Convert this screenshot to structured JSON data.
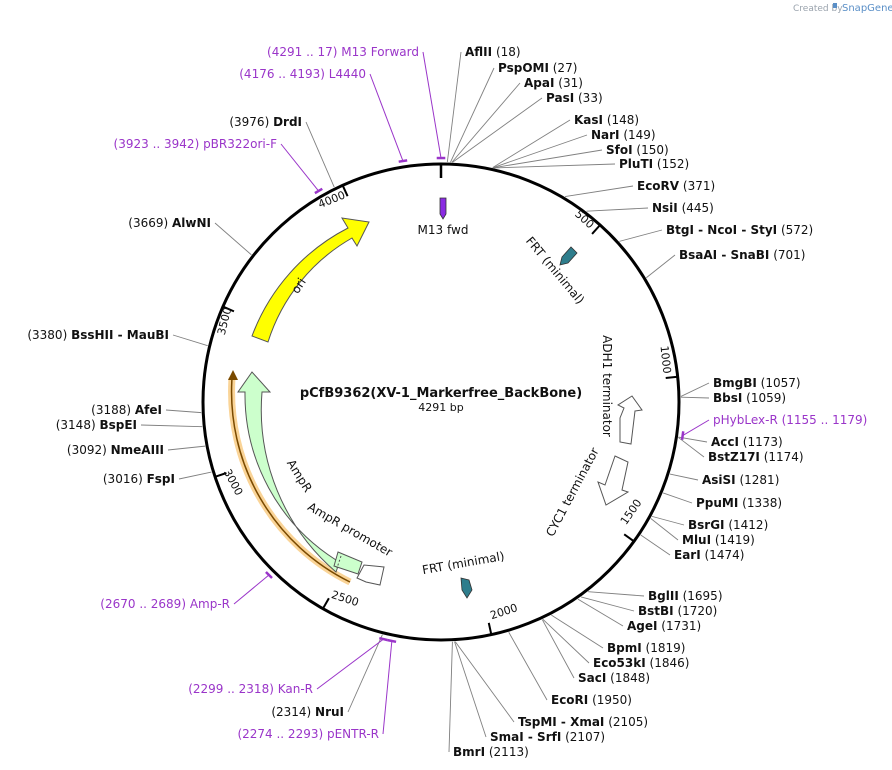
{
  "credit": {
    "prefix": "Created by",
    "brand": "SnapGene"
  },
  "plasmid": {
    "name": "pCfB9362(XV-1_Markerfree_BackBone)",
    "length_label": "4291 bp"
  },
  "ticks": [
    {
      "label": "500"
    },
    {
      "label": "1000"
    },
    {
      "label": "1500"
    },
    {
      "label": "2000"
    },
    {
      "label": "2500"
    },
    {
      "label": "3000"
    },
    {
      "label": "3500"
    },
    {
      "label": "4000"
    }
  ],
  "enzymes": [
    {
      "name": "AflII",
      "pos": "(18)"
    },
    {
      "name": "PspOMI",
      "pos": "(27)"
    },
    {
      "name": "ApaI",
      "pos": "(31)"
    },
    {
      "name": "PasI",
      "pos": "(33)"
    },
    {
      "name": "KasI",
      "pos": "(148)"
    },
    {
      "name": "NarI",
      "pos": "(149)"
    },
    {
      "name": "SfoI",
      "pos": "(150)"
    },
    {
      "name": "PluTI",
      "pos": "(152)"
    },
    {
      "name": "EcoRV",
      "pos": "(371)"
    },
    {
      "name": "NsiI",
      "pos": "(445)"
    },
    {
      "name": "BtgI - NcoI - StyI",
      "pos": "(572)"
    },
    {
      "name": "BsaAI - SnaBI",
      "pos": "(701)"
    },
    {
      "name": "BmgBI",
      "pos": "(1057)"
    },
    {
      "name": "BbsI",
      "pos": "(1059)"
    },
    {
      "name": "AccI",
      "pos": "(1173)"
    },
    {
      "name": "BstZ17I",
      "pos": "(1174)"
    },
    {
      "name": "AsiSI",
      "pos": "(1281)"
    },
    {
      "name": "PpuMI",
      "pos": "(1338)"
    },
    {
      "name": "BsrGI",
      "pos": "(1412)"
    },
    {
      "name": "MluI",
      "pos": "(1419)"
    },
    {
      "name": "EarI",
      "pos": "(1474)"
    },
    {
      "name": "BglII",
      "pos": "(1695)"
    },
    {
      "name": "BstBI",
      "pos": "(1720)"
    },
    {
      "name": "AgeI",
      "pos": "(1731)"
    },
    {
      "name": "BpmI",
      "pos": "(1819)"
    },
    {
      "name": "Eco53kI",
      "pos": "(1846)"
    },
    {
      "name": "SacI",
      "pos": "(1848)"
    },
    {
      "name": "EcoRI",
      "pos": "(1950)"
    },
    {
      "name": "TspMI - XmaI",
      "pos": "(2105)"
    },
    {
      "name": "SmaI - SrfI",
      "pos": "(2107)"
    },
    {
      "name": "BmrI",
      "pos": "(2113)"
    },
    {
      "name": "NruI",
      "pos": "(2314)"
    },
    {
      "name": "FspI",
      "pos": "(3016)"
    },
    {
      "name": "NmeAIII",
      "pos": "(3092)"
    },
    {
      "name": "BspEI",
      "pos": "(3148)"
    },
    {
      "name": "AfeI",
      "pos": "(3188)"
    },
    {
      "name": "BssHII - MauBI",
      "pos": "(3380)"
    },
    {
      "name": "AlwNI",
      "pos": "(3669)"
    },
    {
      "name": "DrdI",
      "pos": "(3976)"
    }
  ],
  "primers": [
    {
      "name": "M13 Forward",
      "range": "(4291 .. 17)"
    },
    {
      "name": "L4440",
      "range": "(4176 .. 4193)"
    },
    {
      "name": "pBR322ori-F",
      "range": "(3923 .. 3942)"
    },
    {
      "name": "pHybLex-R",
      "range": "(1155 .. 1179)"
    },
    {
      "name": "Amp-R",
      "range": "(2670 .. 2689)"
    },
    {
      "name": "Kan-R",
      "range": "(2299 .. 2318)"
    },
    {
      "name": "pENTR-R",
      "range": "(2274 .. 2293)"
    }
  ],
  "features": [
    {
      "name": "M13 fwd",
      "color": "#8a2be2"
    },
    {
      "name": "FRT (minimal)",
      "color": "#2e7d8c"
    },
    {
      "name": "ADH1 terminator",
      "color": "#ffffff"
    },
    {
      "name": "CYC1 terminator",
      "color": "#ffffff"
    },
    {
      "name": "FRT (minimal)",
      "color": "#2e7d8c"
    },
    {
      "name": "AmpR promoter",
      "color": "#ffffff"
    },
    {
      "name": "AmpR",
      "color": "#ccffcc"
    },
    {
      "name": "ori",
      "color": "#ffff00"
    }
  ],
  "colors": {
    "primer": "#9a35c9",
    "enzyme_line": "#808080",
    "backbone": "#000000",
    "amp_primer_binding": "#f5b041"
  }
}
